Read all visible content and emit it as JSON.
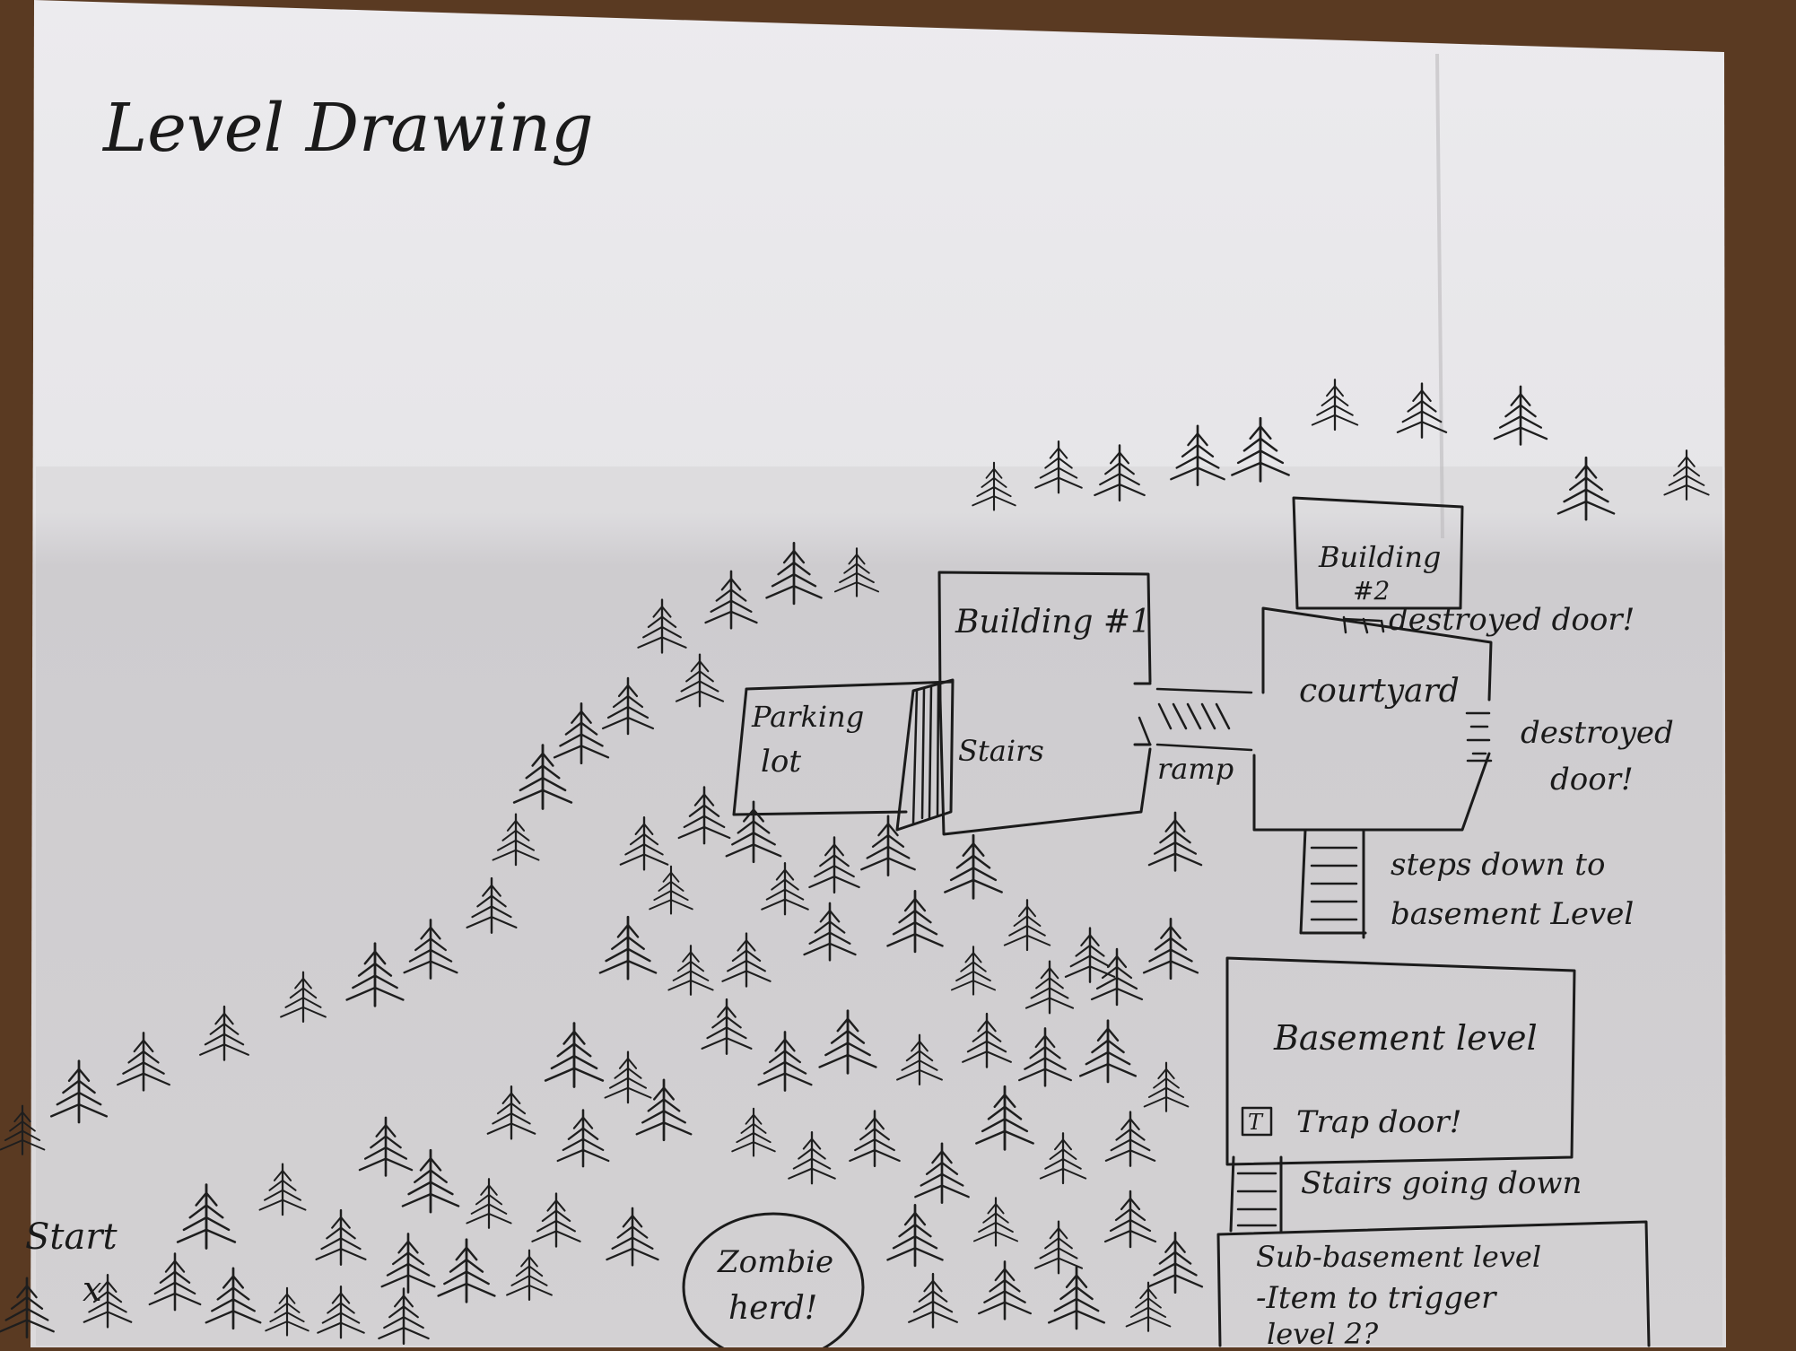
{
  "title": "Level Drawing",
  "labels": {
    "start": "Start",
    "start_mark": "x",
    "building1": "Building #1",
    "building2_line1": "Building",
    "building2_line2": "#2",
    "parking_line1": "Parking",
    "parking_line2": "lot",
    "stairs": "Stairs",
    "ramp": "ramp",
    "courtyard": "courtyard",
    "destroyed_door_top": "destroyed door!",
    "destroyed_door_right_line1": "destroyed",
    "destroyed_door_right_line2": "door!",
    "steps_line1": "steps down to",
    "steps_line2": "basement Level",
    "basement": "Basement level",
    "trap_door_icon": "T",
    "trap_door": "Trap door!",
    "stairs_down": "Stairs going down",
    "sub_line1": "Sub-basement level",
    "sub_line2": "-Item to trigger",
    "sub_line3": "level 2?",
    "zombie_line1": "Zombie",
    "zombie_line2": "herd!"
  },
  "colors": {
    "paper": "#e9e7e9",
    "ink": "#1b1b1b",
    "desk": "#5a3a22"
  }
}
